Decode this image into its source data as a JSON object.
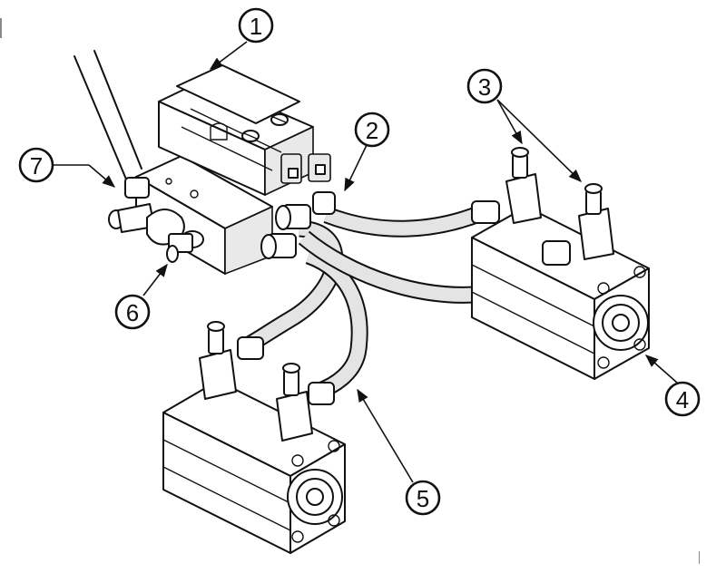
{
  "callouts": [
    {
      "number": "1",
      "part": "valve-manifold"
    },
    {
      "number": "2",
      "part": "supply-tube-upper-cylinder"
    },
    {
      "number": "3",
      "part": "flow-control-fittings"
    },
    {
      "number": "4",
      "part": "upper-cylinder"
    },
    {
      "number": "5",
      "part": "supply-tube-lower-cylinder"
    },
    {
      "number": "6",
      "part": "exhaust-silencer"
    },
    {
      "number": "7",
      "part": "air-supply-fitting"
    }
  ]
}
